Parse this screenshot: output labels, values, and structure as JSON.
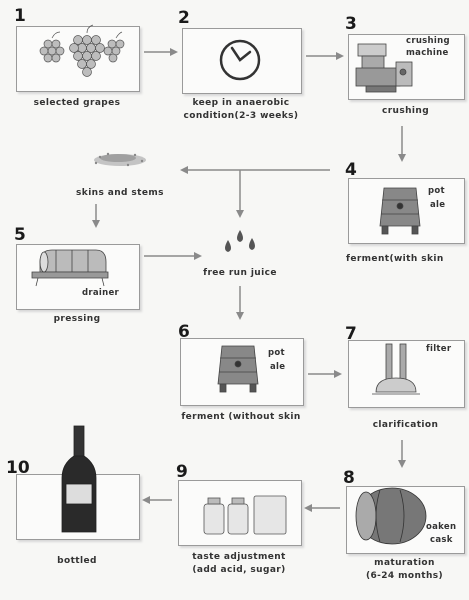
{
  "steps": [
    {
      "number": "1",
      "caption": "selected grapes"
    },
    {
      "number": "2",
      "caption": "keep in anaerobic condition(2-3 weeks)"
    },
    {
      "number": "3",
      "caption": "crushing",
      "inner_label": "crushing machine"
    },
    {
      "number": "4",
      "caption": "ferment(with skin",
      "inner_label": "pot ale"
    },
    {
      "number": "5",
      "caption": "pressing",
      "inner_label": "drainer"
    },
    {
      "number": "6",
      "caption": "ferment (without skin",
      "inner_label": "pot ale"
    },
    {
      "number": "7",
      "caption": "clarification",
      "inner_label": "filter"
    },
    {
      "number": "8",
      "caption": "maturation (6-24 months)",
      "inner_label": "oaken cask"
    },
    {
      "number": "9",
      "caption": "taste adjustment (add acid, sugar)"
    },
    {
      "number": "10",
      "caption": "bottled"
    }
  ],
  "intermediates": {
    "skins_and_stems": "skins and stems",
    "free_run_juice": "free run juice"
  },
  "line2": {
    "step2": "condition(2-3 weeks)",
    "step8": "(6-24 months)",
    "step9": "(add acid, sugar)"
  },
  "line1": {
    "step2": "keep in anaerobic",
    "step8": "maturation",
    "step9": "taste adjustment",
    "step3_label": "crushing",
    "step3_label2": "machine",
    "step4_label": "pot",
    "step4_label2": "ale",
    "step6_label": "pot",
    "step6_label2": "ale",
    "step8_label": "oaken",
    "step8_label2": "cask"
  }
}
